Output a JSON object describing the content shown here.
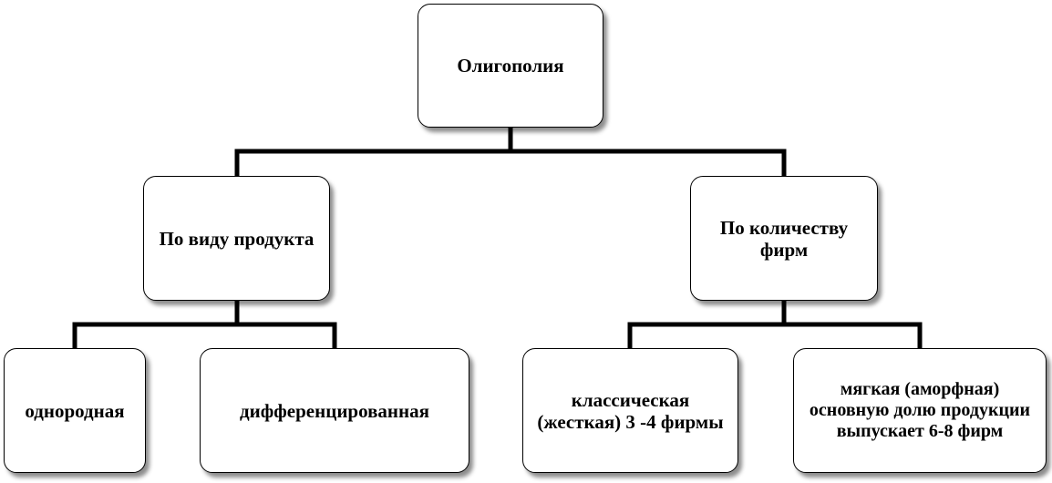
{
  "diagram": {
    "root": {
      "label": "Олигополия"
    },
    "branches": [
      {
        "label": "По виду продукта",
        "children": [
          {
            "label": "однородная"
          },
          {
            "label": "дифференцированная"
          }
        ]
      },
      {
        "label": "По количеству фирм",
        "children": [
          {
            "label": "классическая (жесткая) 3 -4 фирмы"
          },
          {
            "label": "мягкая (аморфная) основную долю продукции выпускает 6-8 фирм"
          }
        ]
      }
    ]
  },
  "colors": {
    "line": "#000000",
    "box_border": "#000000",
    "box_fill": "#ffffff",
    "text": "#000000"
  }
}
